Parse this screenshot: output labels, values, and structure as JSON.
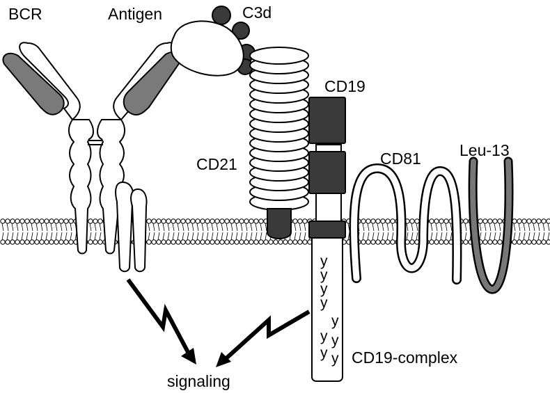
{
  "labels": {
    "bcr": "BCR",
    "antigen": "Antigen",
    "c3d": "C3d",
    "cd19": "CD19",
    "cd21": "CD21",
    "cd81": "CD81",
    "leu13": "Leu-13",
    "cd19_complex": "CD19-complex",
    "signaling": "signaling"
  },
  "tyrosine_glyph": "y",
  "colors": {
    "outline": "#000000",
    "dark_domain": "#3a3a3a",
    "gray_domain": "#7a7a7a",
    "background": "#ffffff"
  }
}
